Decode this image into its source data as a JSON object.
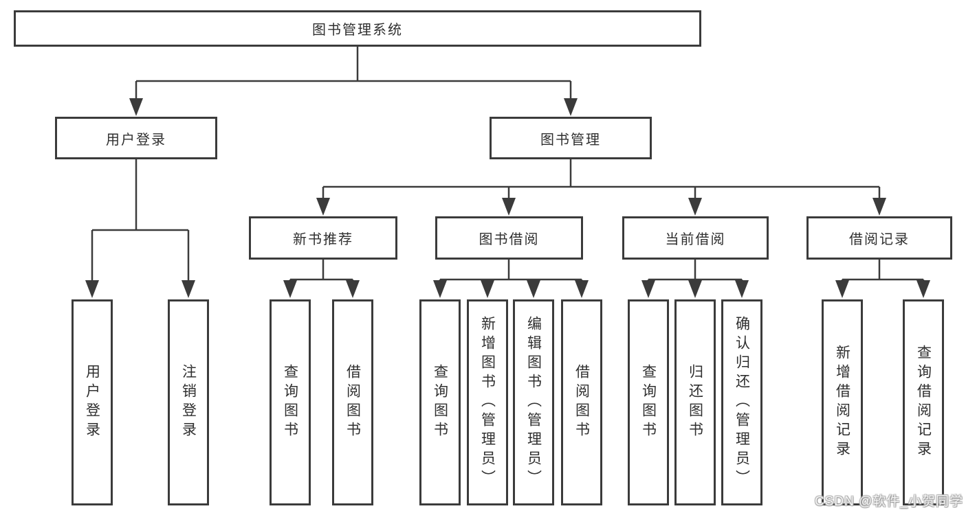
{
  "diagram": {
    "root": {
      "label": "图书管理系统"
    },
    "user_login": {
      "label": "用户登录",
      "children": [
        {
          "label": "用户登录"
        },
        {
          "label": "注销登录"
        }
      ]
    },
    "book_mgmt": {
      "label": "图书管理",
      "groups": [
        {
          "label": "新书推荐",
          "children": [
            {
              "label": "查询图书"
            },
            {
              "label": "借阅图书"
            }
          ]
        },
        {
          "label": "图书借阅",
          "children": [
            {
              "label": "查询图书"
            },
            {
              "label": "新增图书（管理员）"
            },
            {
              "label": "编辑图书（管理员）"
            },
            {
              "label": "借阅图书"
            }
          ]
        },
        {
          "label": "当前借阅",
          "children": [
            {
              "label": "查询图书"
            },
            {
              "label": "归还图书"
            },
            {
              "label": "确认归还（管理员）"
            }
          ]
        },
        {
          "label": "借阅记录",
          "children": [
            {
              "label": "新增借阅记录"
            },
            {
              "label": "查询借阅记录"
            }
          ]
        }
      ]
    }
  },
  "watermark": {
    "text": "CSDN @软件_小贺同学"
  },
  "colors": {
    "line": "#3b3b3b",
    "text": "#2f2f2f",
    "background": "#ffffff"
  }
}
